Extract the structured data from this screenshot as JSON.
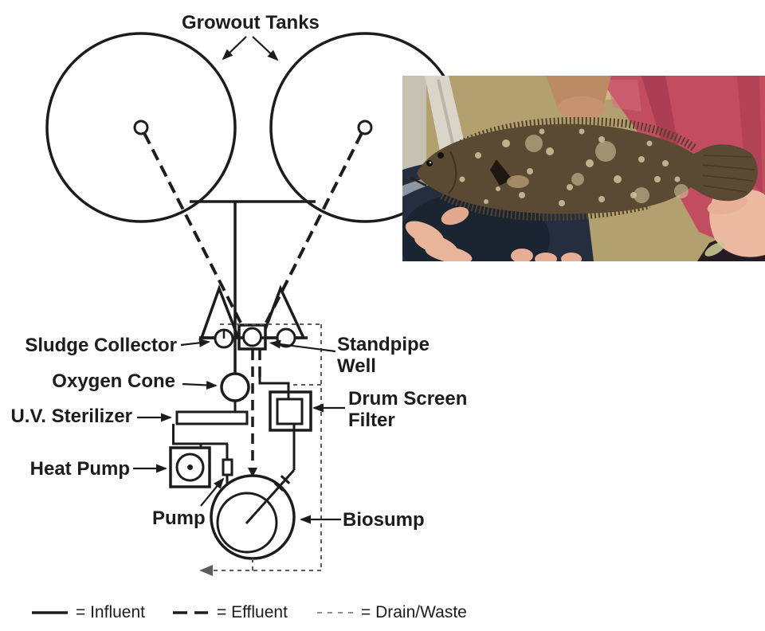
{
  "colors": {
    "ink": "#1c1c1c",
    "drain_line": "#5c5c5c",
    "drain_legend": "#8f8f8f",
    "paper": "#ffffff"
  },
  "title": {
    "growout_tanks": "Growout Tanks"
  },
  "labels": {
    "sludge_collector": "Sludge Collector",
    "oxygen_cone": "Oxygen Cone",
    "uv_sterilizer": "U.V. Sterilizer",
    "heat_pump": "Heat Pump",
    "pump": "Pump",
    "standpipe_well": [
      "Standpipe",
      "Well"
    ],
    "drum_screen_filter": [
      "Drum Screen",
      "Filter"
    ],
    "biosump": "Biosump"
  },
  "legend": {
    "influent": "= Influent",
    "effluent": "= Effluent",
    "drain_waste": "= Drain/Waste"
  }
}
